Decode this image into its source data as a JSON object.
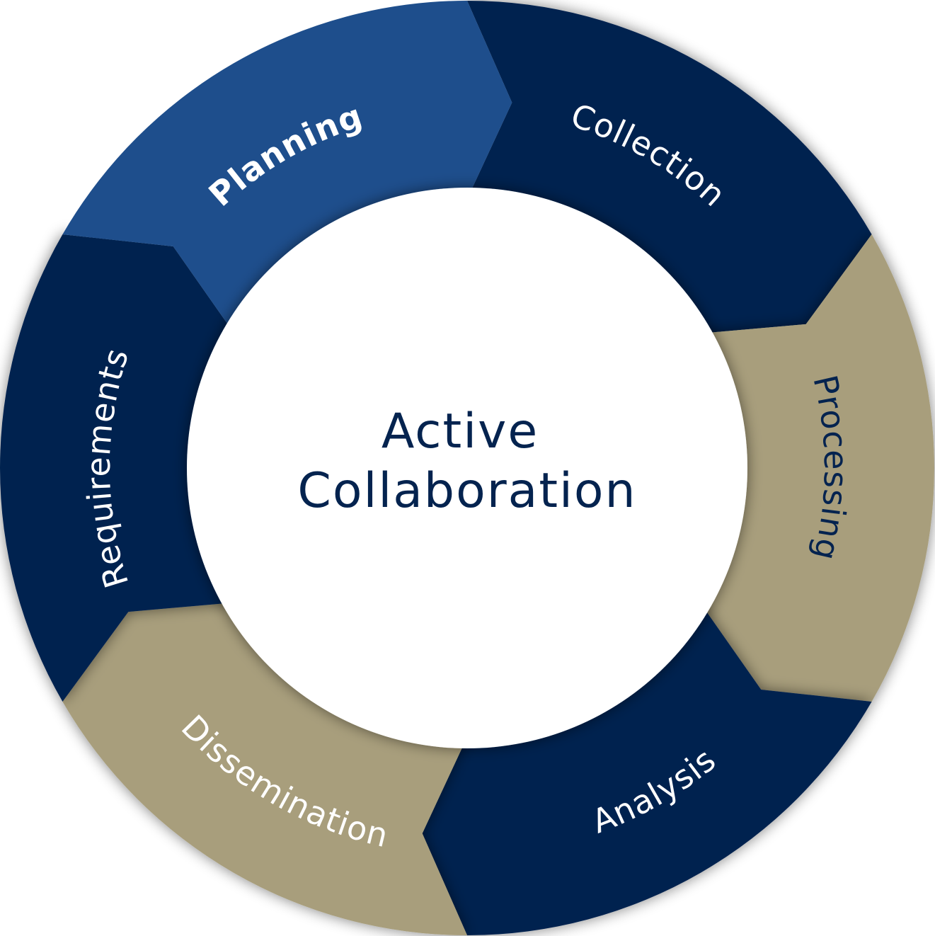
{
  "center": {
    "line1": "Active",
    "line2": "Collaboration"
  },
  "colors": {
    "planning": "#1e4e8c",
    "navy": "#04234f",
    "tan": "#a89e7b",
    "center": "#ffffff"
  },
  "segments": [
    {
      "label": "Planning",
      "color": "#1e4e8c",
      "bold": true
    },
    {
      "label": "Collection",
      "color": "#04234f",
      "bold": false
    },
    {
      "label": "Processing",
      "color": "#a89e7b",
      "bold": false
    },
    {
      "label": "Analysis",
      "color": "#04234f",
      "bold": false
    },
    {
      "label": "Dissemination",
      "color": "#a89e7b",
      "bold": false
    },
    {
      "label": "Requirements",
      "color": "#04234f",
      "bold": false
    }
  ]
}
